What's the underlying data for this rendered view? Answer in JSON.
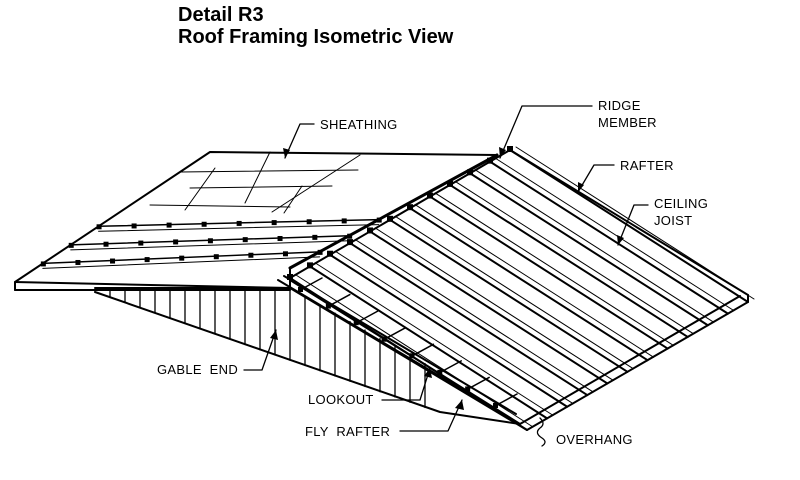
{
  "title": "Detail R3",
  "subtitle": "Roof Framing Isometric View",
  "labels": {
    "sheathing": "SHEATHING",
    "ridge_line1": "RIDGE",
    "ridge_line2": "MEMBER",
    "rafter": "RAFTER",
    "ceiling_line1": "CEILING",
    "ceiling_line2": "JOIST",
    "gable_end": "GABLE  END",
    "lookout": "LOOKOUT",
    "fly_rafter": "FLY  RAFTER",
    "overhang": "OVERHANG"
  },
  "colors": {
    "line": "#000000",
    "background": "#ffffff"
  }
}
